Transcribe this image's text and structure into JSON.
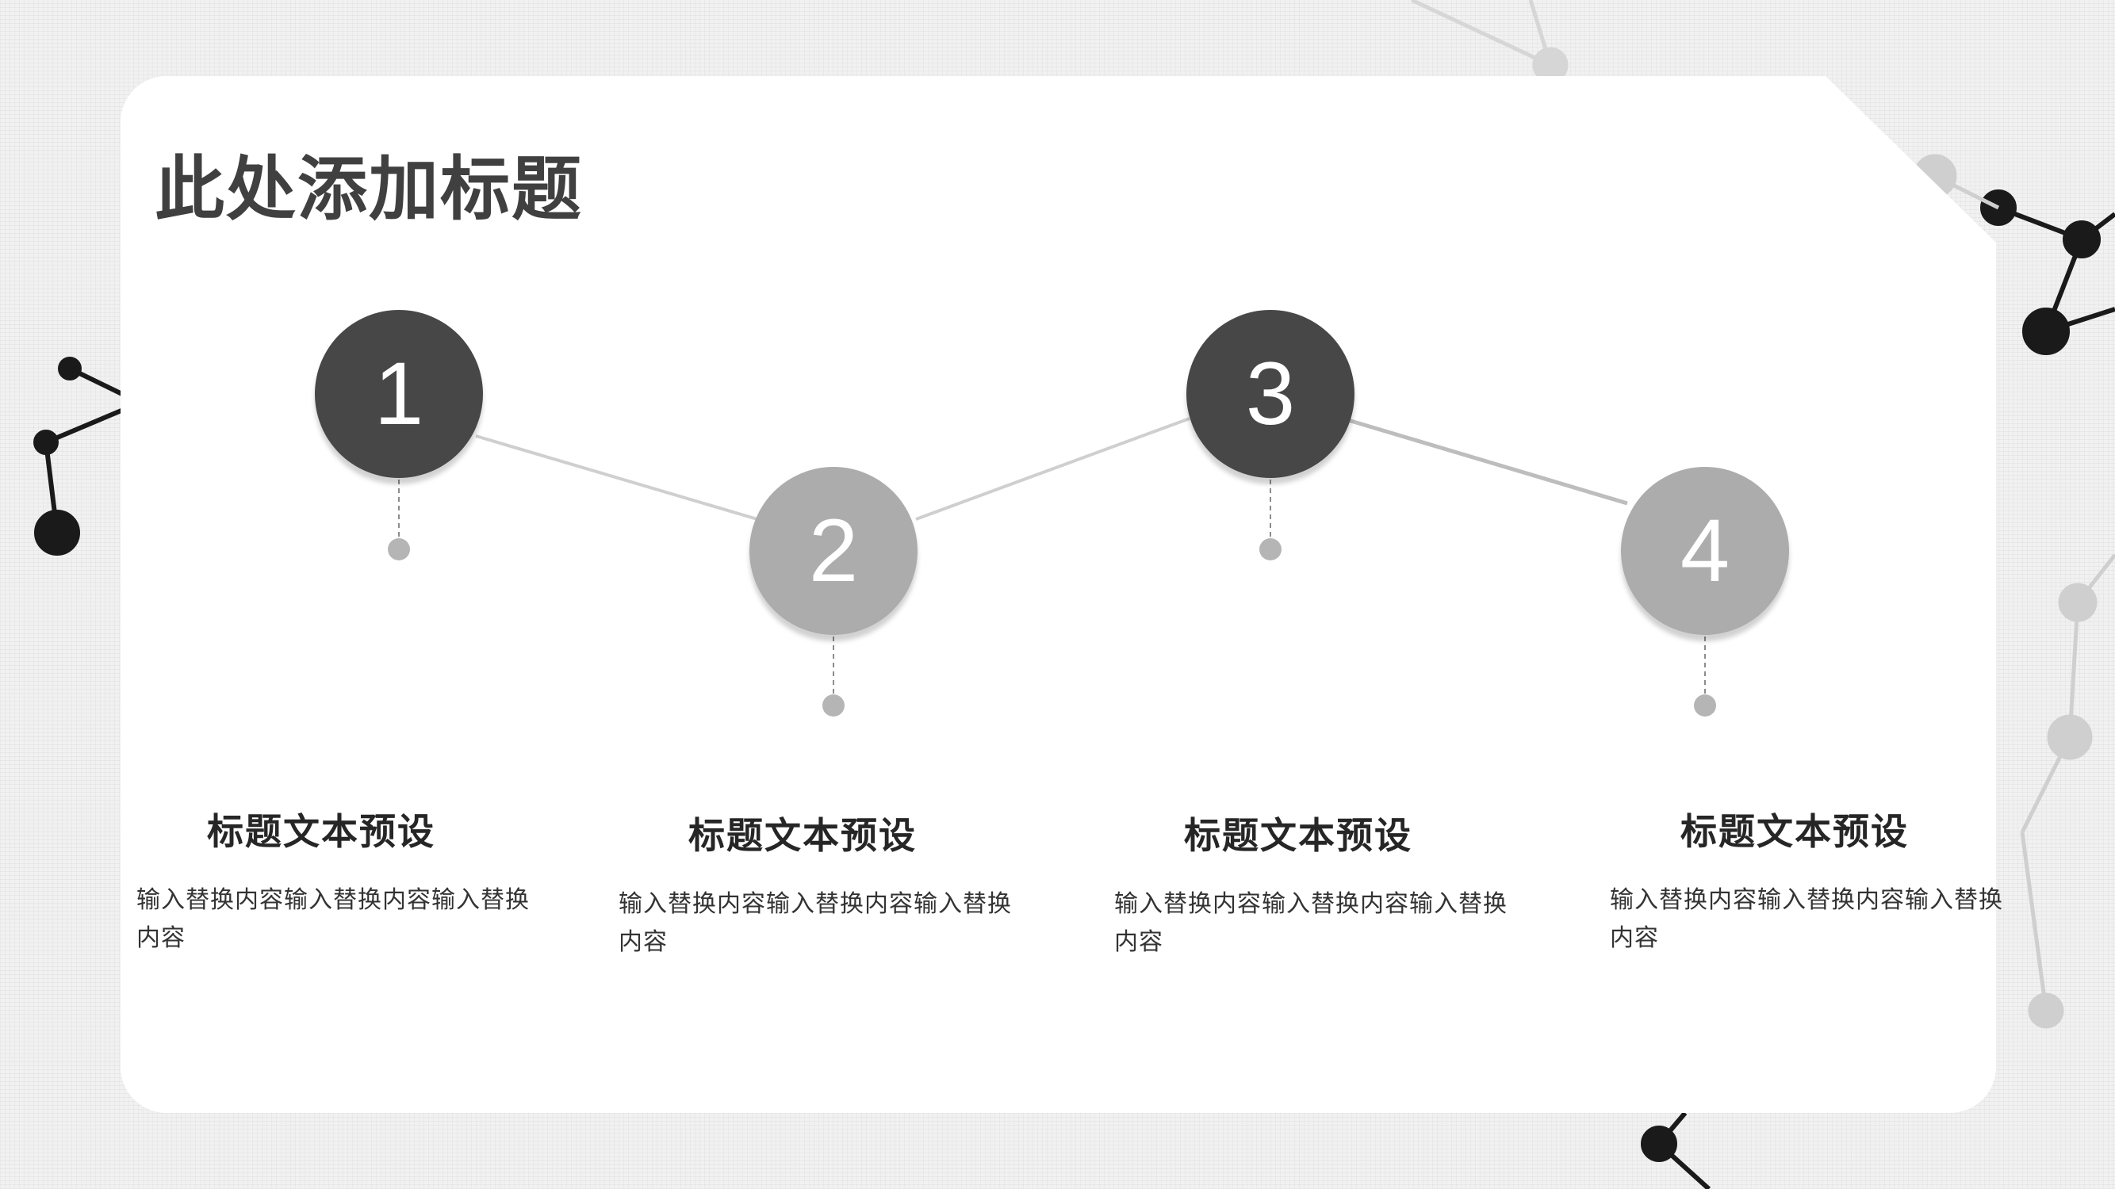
{
  "slide": {
    "title": "此处添加标题"
  },
  "steps": [
    {
      "number": "1",
      "title": "标题文本预设",
      "description": "输入替换内容输入替换内容输入替换内容"
    },
    {
      "number": "2",
      "title": "标题文本预设",
      "description": "输入替换内容输入替换内容输入替换内容"
    },
    {
      "number": "3",
      "title": "标题文本预设",
      "description": "输入替换内容输入替换内容输入替换内容"
    },
    {
      "number": "4",
      "title": "标题文本预设",
      "description": "输入替换内容输入替换内容输入替换内容"
    }
  ],
  "colors": {
    "dark_circle": "#474747",
    "light_circle": "#acacac",
    "title_text": "#404040",
    "body_text": "#333333",
    "connector": "#cfcfcf"
  }
}
